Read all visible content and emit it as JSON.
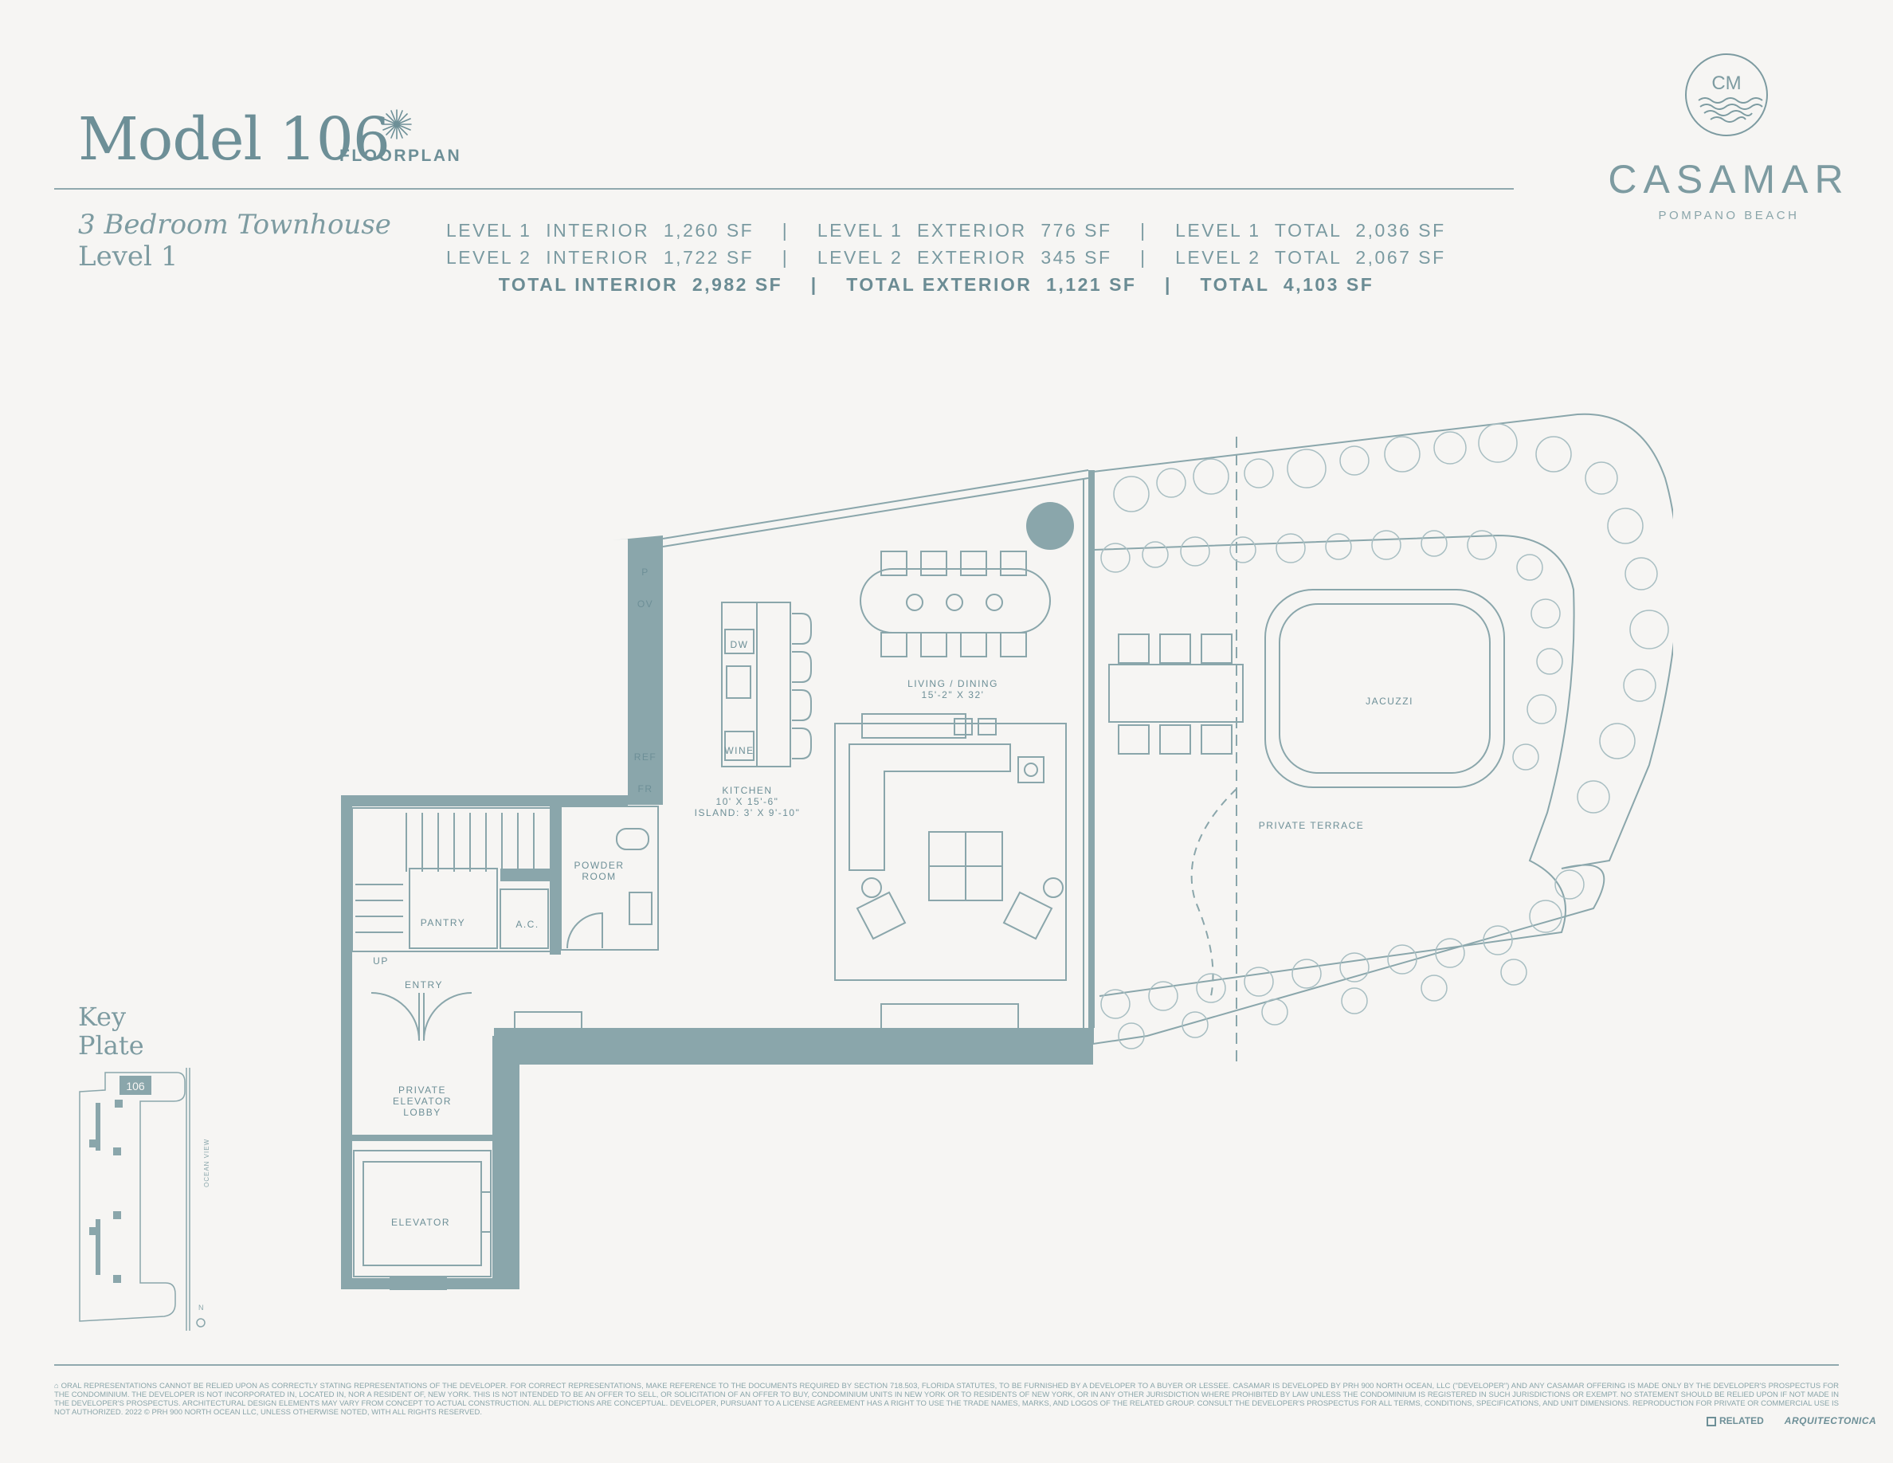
{
  "header": {
    "title": "Model 106",
    "floorplan_label": "FLOORPLAN",
    "subtitle_line1": "3 Bedroom Townhouse",
    "subtitle_line2": "Level 1"
  },
  "stats": {
    "row1": "LEVEL 1  INTERIOR  1,260 SF    |    LEVEL 1  EXTERIOR  776 SF    |    LEVEL 1  TOTAL  2,036 SF",
    "row2": "LEVEL 2  INTERIOR  1,722 SF    |    LEVEL 2  EXTERIOR  345 SF    |    LEVEL 2  TOTAL  2,067 SF",
    "row3": "TOTAL INTERIOR  2,982 SF    |    TOTAL EXTERIOR  1,121 SF    |    TOTAL  4,103 SF"
  },
  "brand": {
    "name": "CASAMAR",
    "location": "POMPANO BEACH",
    "monogram": "CM"
  },
  "plan_labels": {
    "p": "P",
    "ov": "OV",
    "ref": "REF",
    "fr": "FR",
    "dw": "DW",
    "wine": "WINE",
    "kitchen": "KITCHEN",
    "kitchen_dim1": "10' X 15'-6\"",
    "kitchen_dim2": "ISLAND: 3' X 9'-10\"",
    "living": "LIVING / DINING",
    "living_dim": "15'-2\" X 32'",
    "powder1": "POWDER",
    "powder2": "ROOM",
    "pantry": "PANTRY",
    "ac": "A.C.",
    "up": "UP",
    "entry": "ENTRY",
    "lobby1": "PRIVATE",
    "lobby2": "ELEVATOR",
    "lobby3": "LOBBY",
    "elevator": "ELEVATOR",
    "jacuzzi": "JACUZZI",
    "terrace": "PRIVATE TERRACE"
  },
  "key_plate": {
    "title_line1": "Key",
    "title_line2": "Plate",
    "unit": "106",
    "ocean_view": "OCEAN VIEW",
    "north": "N"
  },
  "footer": {
    "disclaimer": "ORAL REPRESENTATIONS CANNOT BE RELIED UPON AS CORRECTLY STATING REPRESENTATIONS OF THE DEVELOPER. FOR CORRECT REPRESENTATIONS, MAKE REFERENCE TO THE DOCUMENTS REQUIRED BY SECTION 718.503, FLORIDA STATUTES, TO BE FURNISHED BY A DEVELOPER TO A BUYER OR LESSEE. CASAMAR IS DEVELOPED BY PRH 900 NORTH OCEAN, LLC (\"DEVELOPER\") AND ANY CASAMAR OFFERING IS MADE ONLY BY THE DEVELOPER'S PROSPECTUS FOR THE CONDOMINIUM. THE DEVELOPER IS NOT INCORPORATED IN, LOCATED IN, NOR A RESIDENT OF, NEW YORK. THIS IS NOT INTENDED TO BE AN OFFER TO SELL, OR SOLICITATION OF AN OFFER TO BUY, CONDOMINIUM UNITS IN NEW YORK OR TO RESIDENTS OF NEW YORK, OR IN ANY OTHER JURISDICTION WHERE PROHIBITED BY LAW UNLESS THE CONDOMINIUM IS REGISTERED IN SUCH JURISDICTIONS OR EXEMPT. NO STATEMENT SHOULD BE RELIED UPON IF NOT MADE IN THE DEVELOPER'S PROSPECTUS. ARCHITECTURAL DESIGN ELEMENTS MAY VARY FROM CONCEPT TO ACTUAL CONSTRUCTION. ALL DEPICTIONS ARE CONCEPTUAL. DEVELOPER, PURSUANT TO A LICENSE AGREEMENT HAS A RIGHT TO USE THE TRADE NAMES, MARKS, AND LOGOS OF THE RELATED GROUP. CONSULT THE DEVELOPER'S PROSPECTUS FOR ALL TERMS, CONDITIONS, SPECIFICATIONS, AND UNIT DIMENSIONS. REPRODUCTION FOR PRIVATE OR COMMERCIAL USE IS NOT AUTHORIZED. 2022 © PRH 900 NORTH OCEAN LLC, UNLESS OTHERWISE NOTED, WITH ALL RIGHTS RESERVED.",
    "logo_related": "RELATED",
    "logo_arquitectonica": "ARQUITECTONICA"
  },
  "colors": {
    "background": "#f6f5f3",
    "wall": "#8aa6ab",
    "accent": "#6d8f97"
  }
}
